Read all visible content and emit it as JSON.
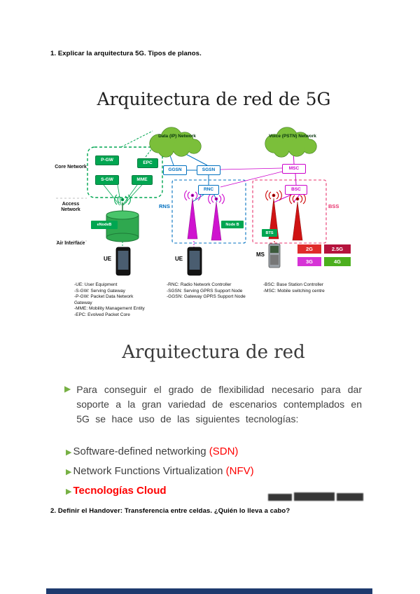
{
  "questions": {
    "q1": "1. Explicar la arquitectura 5G. Tipos de planos.",
    "q2": "2. Definir el Handover: Transferencia entre celdas. ¿Quién lo lleva a cabo?"
  },
  "slide1": {
    "title": "Arquitectura de red de 5G",
    "clouds": {
      "data": "Data (IP) Network",
      "voice": "Voice (PSTN) Network"
    },
    "side_labels": {
      "core": "Core Network",
      "access": "Access Network",
      "air": "Air Interface"
    },
    "nodes": {
      "pgw": "P-GW",
      "epc": "EPC",
      "sgw": "S-GW",
      "mme": "MME",
      "ggsn": "GGSN",
      "sgsn": "SGSN",
      "rnc": "RNC",
      "msc": "MSC",
      "bsc": "BSC",
      "enodeb": "eNodeB",
      "nodeb": "Node B",
      "bts": "BTS",
      "rns": "RNS",
      "bss": "BSS",
      "ue1": "UE",
      "ue2": "UE",
      "ms": "MS"
    },
    "legend": {
      "g2": {
        "label": "2G",
        "color": "#e02b2b"
      },
      "g25": {
        "label": "2.5G",
        "color": "#b5133d"
      },
      "g3": {
        "label": "3G",
        "color": "#d633d6"
      },
      "g4": {
        "label": "4G",
        "color": "#4caf1e"
      }
    },
    "glossary": {
      "col1": [
        "-UE: User Equipment",
        "-S-GW: Serving Gateway",
        "-P-GW: Packet Data Network Gateway",
        "-MME: Mobility Management Entity",
        "-EPC: Evolved Packet Core"
      ],
      "col2": [
        "-RNC: Radio Network Controller",
        "-SGSN: Serving GPRS Support Node",
        "-GGSN: Gateway GPRS Support Node"
      ],
      "col3": [
        "-BSC: Base Station Controller",
        "-MSC: Mobile switching centre"
      ]
    }
  },
  "slide2": {
    "title": "Arquitectura de red",
    "bullet_glyph": "▶",
    "intro": "Para conseguir el grado de flexibilidad necesario para dar soporte a la gran variedad de escenarios contemplados en 5G se hace uso de las siguientes tecnologías:",
    "bullets": {
      "b1": {
        "text": "Software-defined networking ",
        "accent": "(SDN)"
      },
      "b2": {
        "text": "Network Functions Virtualization ",
        "accent": "(NFV)"
      },
      "b3": {
        "text": "",
        "accent": "Tecnologías Cloud"
      }
    }
  },
  "colors": {
    "green_node": "#00a651",
    "blue_node": "#0070c0",
    "magenta_node": "#cc00cc",
    "red_tower": "#cc0000",
    "accent_red_text": "#fe0000",
    "bullet_green": "#76b043",
    "footer_bar": "#1e3a6e"
  }
}
